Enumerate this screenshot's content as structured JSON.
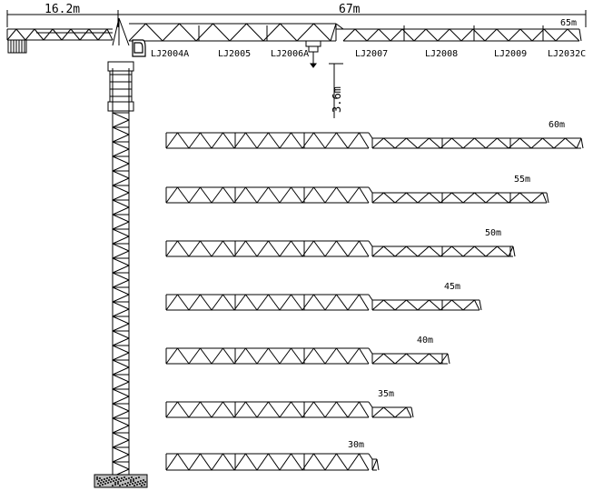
{
  "dimensions": {
    "counter_jib": "16.2m",
    "jib": "67m",
    "hook_height": "3.6m"
  },
  "sections": [
    "LJ2004A",
    "LJ2005",
    "LJ2006A",
    "LJ2007",
    "LJ2008",
    "LJ2009",
    "LJ2032C"
  ],
  "jib_configurations": [
    "65m",
    "60m",
    "55m",
    "50m",
    "45m",
    "40m",
    "35m",
    "30m"
  ]
}
